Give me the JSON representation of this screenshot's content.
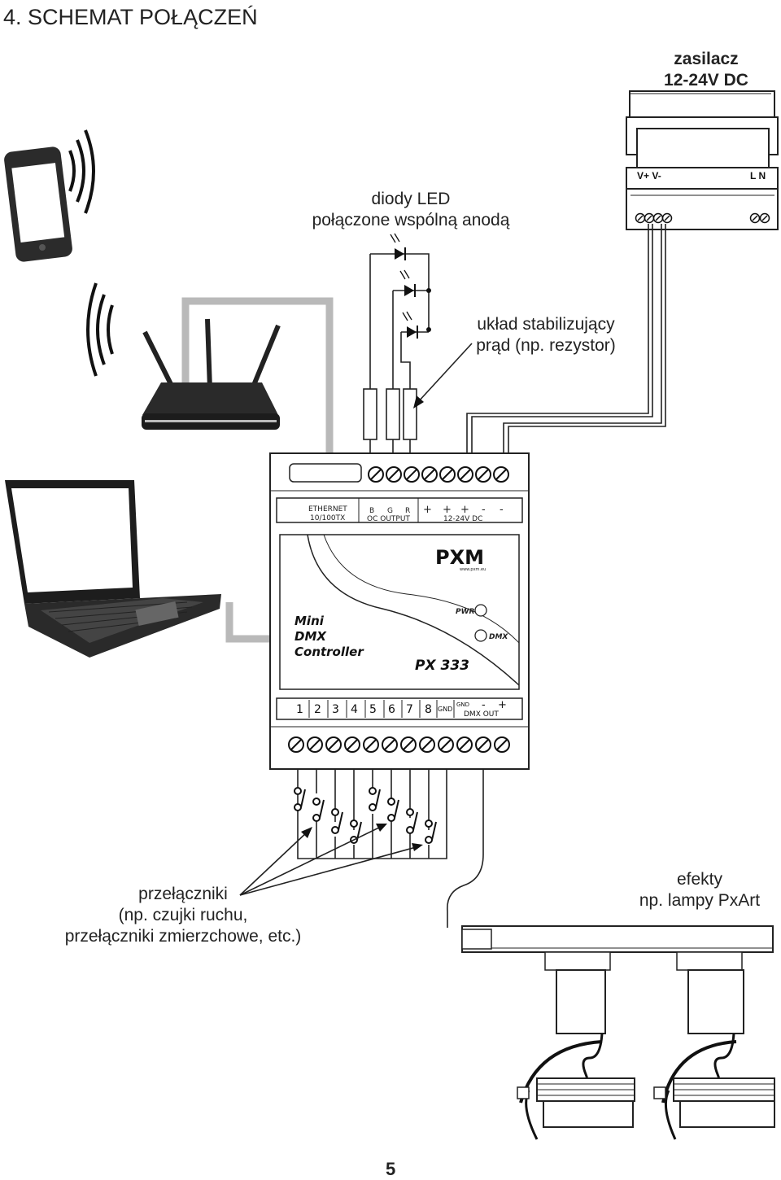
{
  "page": {
    "title": "4. SCHEMAT POŁĄCZEŃ",
    "page_number": "5"
  },
  "labels": {
    "psu_line1": "zasilacz",
    "psu_line2": "12-24V DC",
    "leds_line1": "diody LED",
    "leds_line2": "połączone wspólną anodą",
    "stab_line1": "układ stabilizujący",
    "stab_line2": "prąd (np. rezystor)",
    "switches_line1": "przełączniki",
    "switches_line2": "(np. czujki ruchu,",
    "switches_line3": "przełączniki zmierzchowe, etc.)",
    "effects_line1": "efekty",
    "effects_line2": "np. lampy PxArt"
  },
  "psu": {
    "terminal_plus_minus": "V+ V-",
    "terminal_ln": "L N"
  },
  "controller": {
    "ethernet_line1": "ETHERNET",
    "ethernet_line2": "10/100TX",
    "output_b": "B",
    "output_g": "G",
    "output_r": "R",
    "oc_output": "OC OUTPUT",
    "power_signs": [
      "+",
      "+",
      "+",
      "-",
      "-"
    ],
    "power_label": "12-24V DC",
    "brand": "PXM",
    "brand_url": "www.pxm.eu",
    "pwr_led": "PWR",
    "dmx_led": "DMX",
    "name_line1": "Mini",
    "name_line2": "DMX",
    "name_line3": "Controller",
    "model": "PX 333",
    "inputs": [
      "1",
      "2",
      "3",
      "4",
      "5",
      "6",
      "7",
      "8"
    ],
    "gnd": "GND",
    "dmx_gnd": "GND",
    "dmx_minus": "-",
    "dmx_plus": "+",
    "dmx_out": "DMX OUT"
  }
}
